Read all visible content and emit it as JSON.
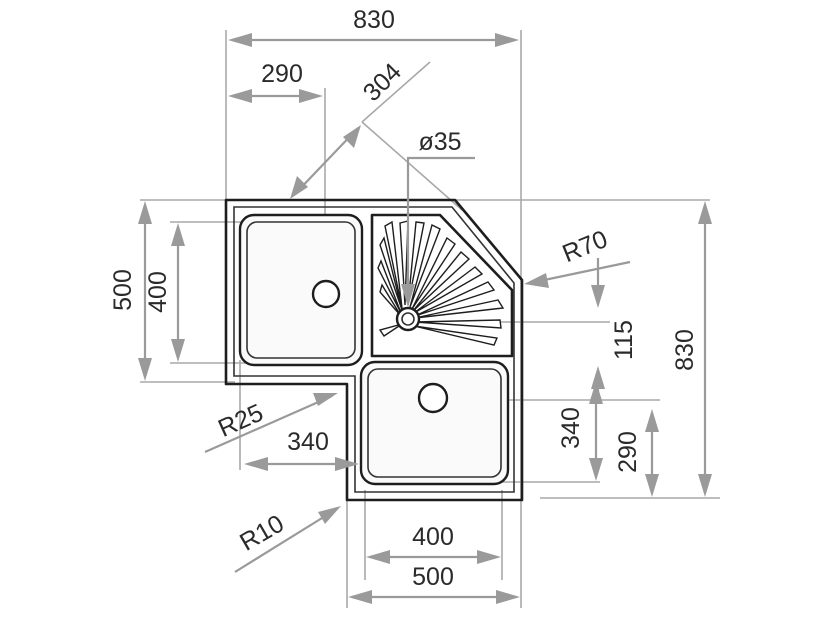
{
  "dimensions": {
    "overall_width": "830",
    "left_offset": "290",
    "diagonal": "304",
    "drain_diameter": "ø35",
    "corner_radius_large": "R70",
    "left_height_outer": "500",
    "left_height_inner": "400",
    "drain_offset": "115",
    "overall_height": "830",
    "bowl_height": "340",
    "right_offset": "290",
    "inner_radius": "R25",
    "bottom_offset": "340",
    "edge_radius": "R10",
    "bottom_inner": "400",
    "bottom_outer": "500"
  },
  "colors": {
    "dimension": "#9a9a9a",
    "outline": "#1e1e1e"
  }
}
